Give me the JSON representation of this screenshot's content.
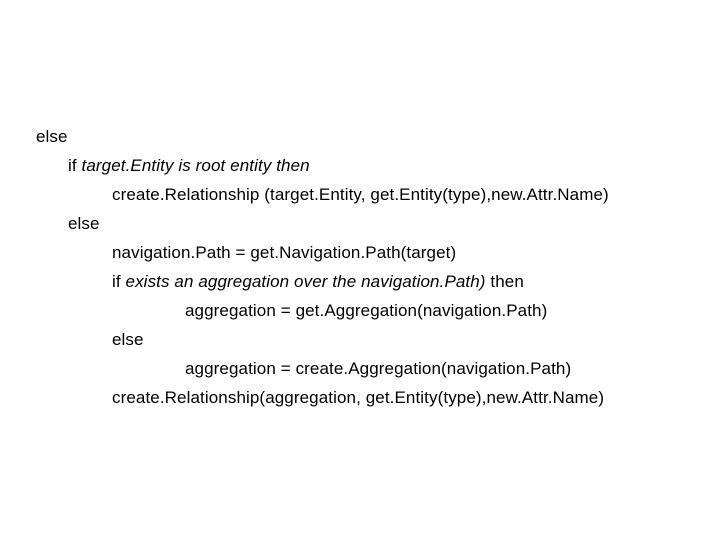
{
  "slide": {
    "background_color": "#ffffff",
    "text_color": "#000000",
    "title": "",
    "content_type": "pseudocode-listing"
  },
  "code": {
    "lines": [
      {
        "indent": 0,
        "segments": [
          {
            "text": "else",
            "style": "roman"
          }
        ]
      },
      {
        "indent": 1,
        "segments": [
          {
            "text": "if ",
            "style": "roman"
          },
          {
            "text": "target.Entity is root entity then",
            "style": "italic"
          }
        ]
      },
      {
        "indent": 2,
        "segments": [
          {
            "text": "create.Relationship (target.Entity, get.Entity(type),new.Attr.Name)",
            "style": "roman"
          }
        ]
      },
      {
        "indent": 1,
        "segments": [
          {
            "text": "else",
            "style": "roman"
          }
        ]
      },
      {
        "indent": 2,
        "segments": [
          {
            "text": "navigation.Path = get.Navigation.Path(target)",
            "style": "roman"
          }
        ]
      },
      {
        "indent": 2,
        "segments": [
          {
            "text": "if ",
            "style": "roman"
          },
          {
            "text": "exists an aggregation over the navigation.Path)",
            "style": "italic"
          },
          {
            "text": " then",
            "style": "roman"
          }
        ]
      },
      {
        "indent": 3,
        "segments": [
          {
            "text": "aggregation = get.Aggregation(navigation.Path)",
            "style": "roman"
          }
        ]
      },
      {
        "indent": 2,
        "segments": [
          {
            "text": "else",
            "style": "roman"
          }
        ]
      },
      {
        "indent": 3,
        "segments": [
          {
            "text": "aggregation = create.Aggregation(navigation.Path)",
            "style": "roman"
          }
        ]
      },
      {
        "indent": 2,
        "segments": [
          {
            "text": "create.Relationship(aggregation, get.Entity(type),new.Attr.Name)",
            "style": "roman"
          }
        ]
      }
    ]
  }
}
